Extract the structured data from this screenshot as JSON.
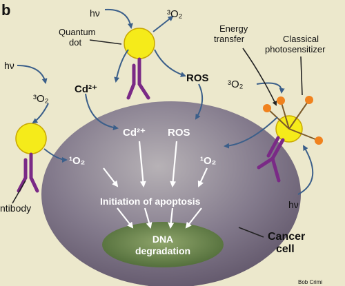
{
  "panel_label": "b",
  "labels": {
    "hv_top": "hν",
    "o2_top": "³O₂",
    "quantum_dot_line1": "Quantum",
    "quantum_dot_line2": "dot",
    "cd_top": "Cd²⁺",
    "ros_top": "ROS",
    "hv_left": "hν",
    "o2_left": "³O₂",
    "antibody": "ntibody",
    "energy_transfer_line1": "Energy",
    "energy_transfer_line2": "transfer",
    "classical_line1": "Classical",
    "classical_line2": "photosensitizer",
    "o2_right": "³O₂",
    "hv_right": "hν",
    "cd_inner": "Cd²⁺",
    "ros_inner": "ROS",
    "singlet_left": "¹O₂",
    "singlet_right": "¹O₂",
    "apoptosis": "Initiation of apoptosis",
    "dna_line1": "DNA",
    "dna_line2": "degradation",
    "cancer_line1": "Cancer",
    "cancer_line2": "cell",
    "credit": "Bob Crimi"
  },
  "colors": {
    "background": "#ece8cc",
    "cell_fill": "#7f7488",
    "nucleus_fill": "#5f7a45",
    "quantum_dot": "#f5eb1a",
    "antibody": "#7a2a86",
    "arrow": "#3b5f8a",
    "photosensitizer_ball": "#f0821e"
  }
}
